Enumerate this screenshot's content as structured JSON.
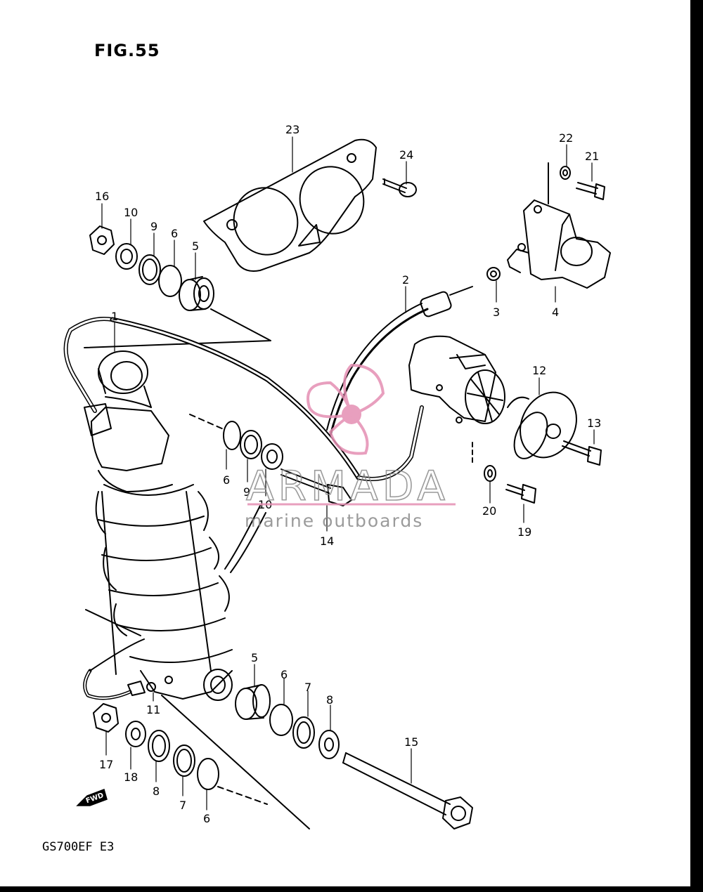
{
  "figure": {
    "title": "FIG.55",
    "model_code": "GS700EF  E3",
    "fwd_label": "FWD"
  },
  "watermark": {
    "brand": "ARMADA",
    "tagline": "marine outboards",
    "accent_color": "#e58fb3",
    "text_color": "#8a8a8a"
  },
  "callouts": [
    {
      "id": "c23",
      "label": "23"
    },
    {
      "id": "c24",
      "label": "24"
    },
    {
      "id": "c22",
      "label": "22"
    },
    {
      "id": "c21",
      "label": "21"
    },
    {
      "id": "c16",
      "label": "16"
    },
    {
      "id": "c10a",
      "label": "10"
    },
    {
      "id": "c9a",
      "label": "9"
    },
    {
      "id": "c6a",
      "label": "6"
    },
    {
      "id": "c5a",
      "label": "5"
    },
    {
      "id": "c2",
      "label": "2"
    },
    {
      "id": "c3",
      "label": "3"
    },
    {
      "id": "c4",
      "label": "4"
    },
    {
      "id": "c1",
      "label": "1"
    },
    {
      "id": "c12",
      "label": "12"
    },
    {
      "id": "c13",
      "label": "13"
    },
    {
      "id": "c6b",
      "label": "6"
    },
    {
      "id": "c9b",
      "label": "9"
    },
    {
      "id": "c10b",
      "label": "10"
    },
    {
      "id": "c14",
      "label": "14"
    },
    {
      "id": "c20",
      "label": "20"
    },
    {
      "id": "c19",
      "label": "19"
    },
    {
      "id": "c5b",
      "label": "5"
    },
    {
      "id": "c6c",
      "label": "6"
    },
    {
      "id": "c7a",
      "label": "7"
    },
    {
      "id": "c8a",
      "label": "8"
    },
    {
      "id": "c11",
      "label": "11"
    },
    {
      "id": "c15",
      "label": "15"
    },
    {
      "id": "c17",
      "label": "17"
    },
    {
      "id": "c18",
      "label": "18"
    },
    {
      "id": "c8b",
      "label": "8"
    },
    {
      "id": "c7b",
      "label": "7"
    },
    {
      "id": "c6d",
      "label": "6"
    }
  ]
}
